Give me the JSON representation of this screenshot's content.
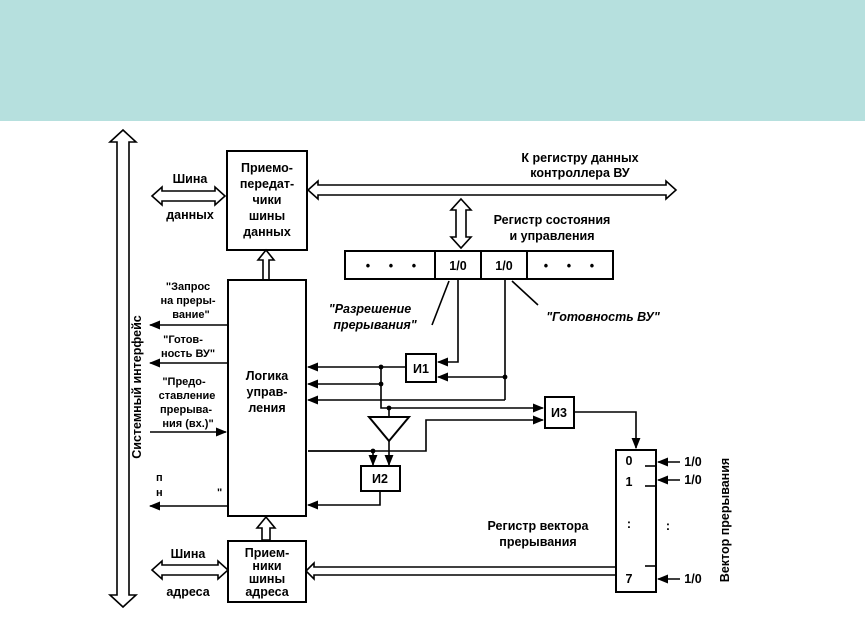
{
  "colors": {
    "banner": "#b6e0de",
    "line": "#000000",
    "background": "#ffffff"
  },
  "labels": {
    "system_interface": "Системный интерфейс",
    "data_bus": [
      "Шина",
      "данных"
    ],
    "address_bus": [
      "Шина",
      "адреса"
    ],
    "data_transceivers": [
      "Приемо-",
      "передат-",
      "чики",
      "шины",
      "данных"
    ],
    "address_receivers": [
      "Прием-",
      "ники",
      "шины",
      "адреса"
    ],
    "control_logic": [
      "Логика",
      "управ-",
      "ления"
    ],
    "to_data_register": [
      "К регистру данных",
      "контроллера ВУ"
    ],
    "status_register": [
      "Регистр состояния",
      "и управления"
    ],
    "interrupt_enable": [
      "\"Разрешение",
      "прерывания\""
    ],
    "device_ready": "\"Готовность ВУ\"",
    "interrupt_request": [
      "\"Запрос",
      "на преры-",
      "вание\""
    ],
    "ready_signal": [
      "\"Готов-",
      "ность ВУ\""
    ],
    "interrupt_grant_in": [
      "\"Предо-",
      "ставление",
      "прерыва-",
      "ния (вх.)\""
    ],
    "interrupt_grant_out": [
      "п",
      "н",
      "\""
    ],
    "vector_register": [
      "Регистр вектора",
      "прерывания"
    ],
    "interrupt_vector": "Вектор прерывания"
  },
  "gates": {
    "and1": "И1",
    "and2": "И2",
    "and3": "И3"
  },
  "status_bits": [
    "•",
    "•",
    "•",
    "1/0",
    "1/0",
    "•",
    "•",
    "•"
  ],
  "vector_bits": {
    "indices": [
      "0",
      "1",
      ":",
      "7"
    ],
    "values": [
      "1/0",
      "1/0",
      ":",
      "1/0"
    ]
  }
}
